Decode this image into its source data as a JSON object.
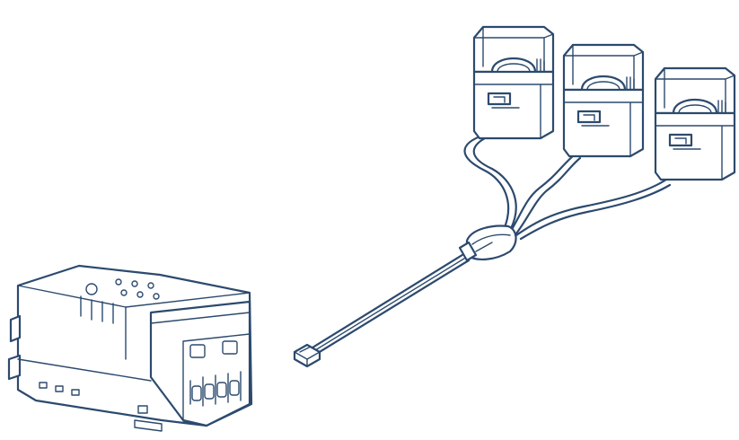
{
  "illustration": {
    "components": [
      {
        "name": "din-rail-energy-meter",
        "icon": "meter-module-icon"
      },
      {
        "name": "ribbon-cable",
        "icon": "cable-icon"
      },
      {
        "name": "cable-splitter",
        "icon": "splitter-icon"
      },
      {
        "name": "rj-connector-plug",
        "icon": "plug-icon"
      },
      {
        "name": "split-core-current-transformer-1",
        "icon": "ct-clamp-icon"
      },
      {
        "name": "split-core-current-transformer-2",
        "icon": "ct-clamp-icon"
      },
      {
        "name": "split-core-current-transformer-3",
        "icon": "ct-clamp-icon"
      }
    ],
    "ct_count": 3,
    "colors": {
      "line": "#2c4a6e",
      "background": "#ffffff"
    }
  }
}
